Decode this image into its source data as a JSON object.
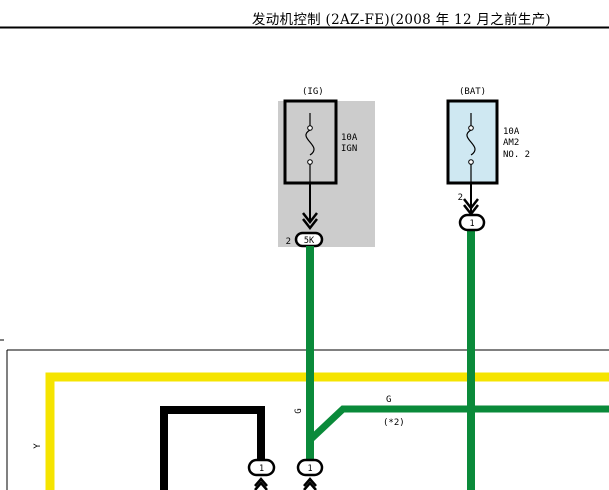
{
  "header": {
    "title": "发动机控制 (2AZ-FE)(2008 年 12 月之前生产)"
  },
  "fuses": [
    {
      "source": "(IG)",
      "rating": "10A",
      "name": "IGN",
      "pin": "2",
      "connector": "5K",
      "highlight": "#cccccc"
    },
    {
      "source": "(BAT)",
      "rating": "10A",
      "name": "AM2",
      "name2": "NO. 2",
      "pin": "2",
      "connector": "1",
      "highlight": "#cfe8f2"
    }
  ],
  "wires": {
    "colors": {
      "G": "#0a8a3a",
      "Y": "#f5e400",
      "B": "#000000"
    },
    "g_label_vertical": "G",
    "g_label_branch": "G",
    "branch_note": "(*2)",
    "y_label": "Y"
  },
  "connectors": {
    "bottom_left": "1",
    "bottom_mid": "1"
  }
}
